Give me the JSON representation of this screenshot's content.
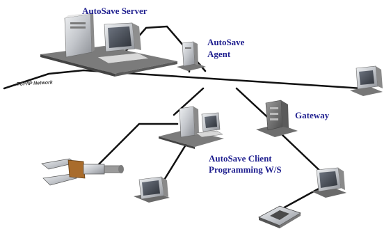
{
  "colors": {
    "label": "#1f1f8f",
    "cable": "#111111",
    "platform": "#8a8a8a",
    "device": "#c9cbcf"
  },
  "labels": {
    "server": "AutoSave Server",
    "agent_line1": "AutoSave",
    "agent_line2": "Agent",
    "network": "TCP/IP Network",
    "gateway": "Gateway",
    "client_line1": "AutoSave Client",
    "client_line2": "Programming W/S"
  },
  "icons": {
    "server": "server-workstation-icon",
    "agent": "agent-computer-icon",
    "network_pc": "network-workstation-icon",
    "gateway": "gateway-icon",
    "client": "client-workstation-icon",
    "gripper": "robot-gripper-icon",
    "device": "controller-device-icon",
    "chip": "circuit-board-icon"
  }
}
